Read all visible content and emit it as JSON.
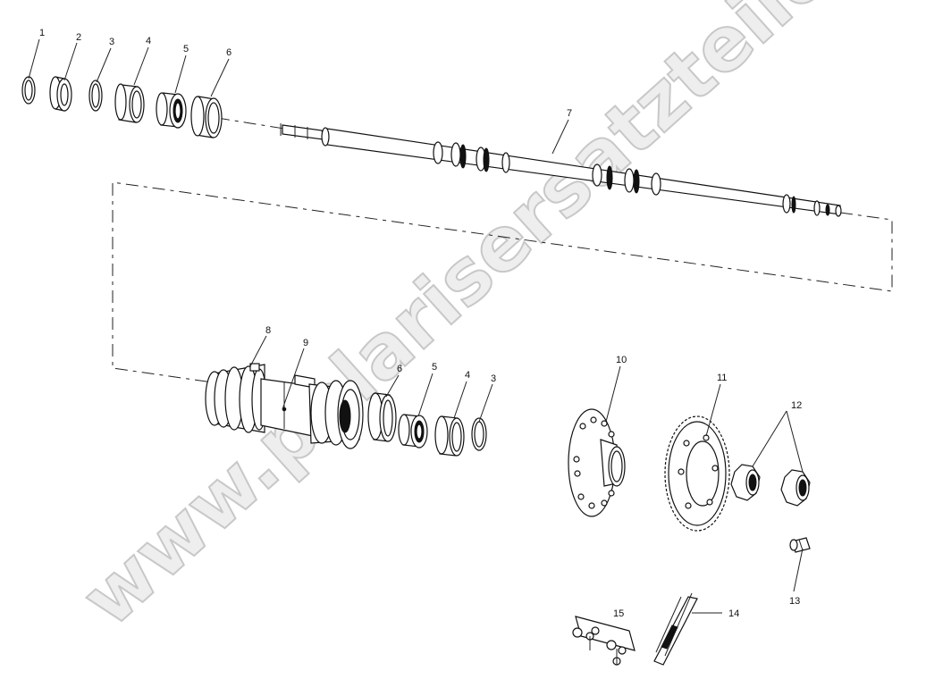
{
  "watermark": "www.polarisersatzteile.de",
  "callouts": [
    "1",
    "2",
    "3",
    "4",
    "5",
    "6",
    "7",
    "8",
    "9",
    "10",
    "11",
    "12",
    "13",
    "14",
    "15"
  ],
  "callouts_lower": [
    "6",
    "5",
    "4",
    "3"
  ]
}
